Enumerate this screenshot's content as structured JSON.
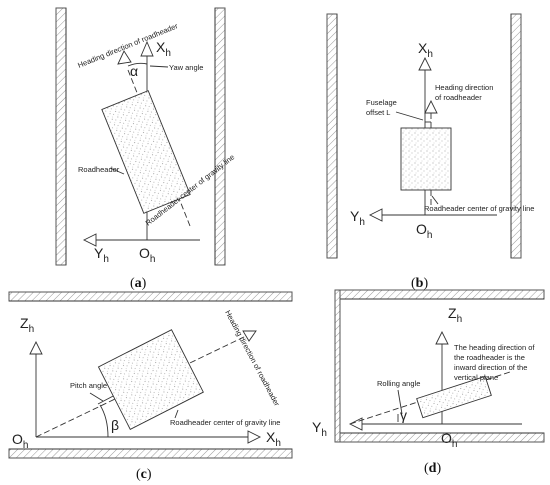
{
  "panel_a": {
    "label_open": "(",
    "label_letter": "a",
    "label_close": ")",
    "axis_x": "X",
    "axis_x_sub": "h",
    "axis_y": "Y",
    "axis_y_sub": "h",
    "origin": "O",
    "origin_sub": "h",
    "alpha": "α",
    "heading": "Heading direction of roadheader",
    "yaw": "Yaw angle",
    "roadheader": "Roadheader",
    "cog": "Roadheader center of gravity line"
  },
  "panel_b": {
    "label_open": "(",
    "label_letter": "b",
    "label_close": ")",
    "axis_x": "X",
    "axis_x_sub": "h",
    "axis_y": "Y",
    "axis_y_sub": "h",
    "origin": "O",
    "origin_sub": "h",
    "heading_1": "Heading direction",
    "heading_2": "of roadheader",
    "offset_1": "Fuselage",
    "offset_2": "offset L",
    "cog": "Roadheader center of gravity line"
  },
  "panel_c": {
    "label_open": "(",
    "label_letter": "c",
    "label_close": ")",
    "axis_x": "X",
    "axis_x_sub": "h",
    "axis_z": "Z",
    "axis_z_sub": "h",
    "origin": "O",
    "origin_sub": "h",
    "beta": "β",
    "pitch": "Pitch angle",
    "heading": "Heading direction of roadheader",
    "cog": "Roadheader center of gravity line"
  },
  "panel_d": {
    "label_open": "(",
    "label_letter": "d",
    "label_close": ")",
    "axis_z": "Z",
    "axis_z_sub": "h",
    "axis_y": "Y",
    "axis_y_sub": "h",
    "origin": "O",
    "origin_sub": "h",
    "gamma": "γ",
    "rolling": "Rolling angle",
    "note_1": "The heading direction of",
    "note_2": "the roadheader is the",
    "note_3": "inward direction of the",
    "note_4": "vertical plane"
  }
}
